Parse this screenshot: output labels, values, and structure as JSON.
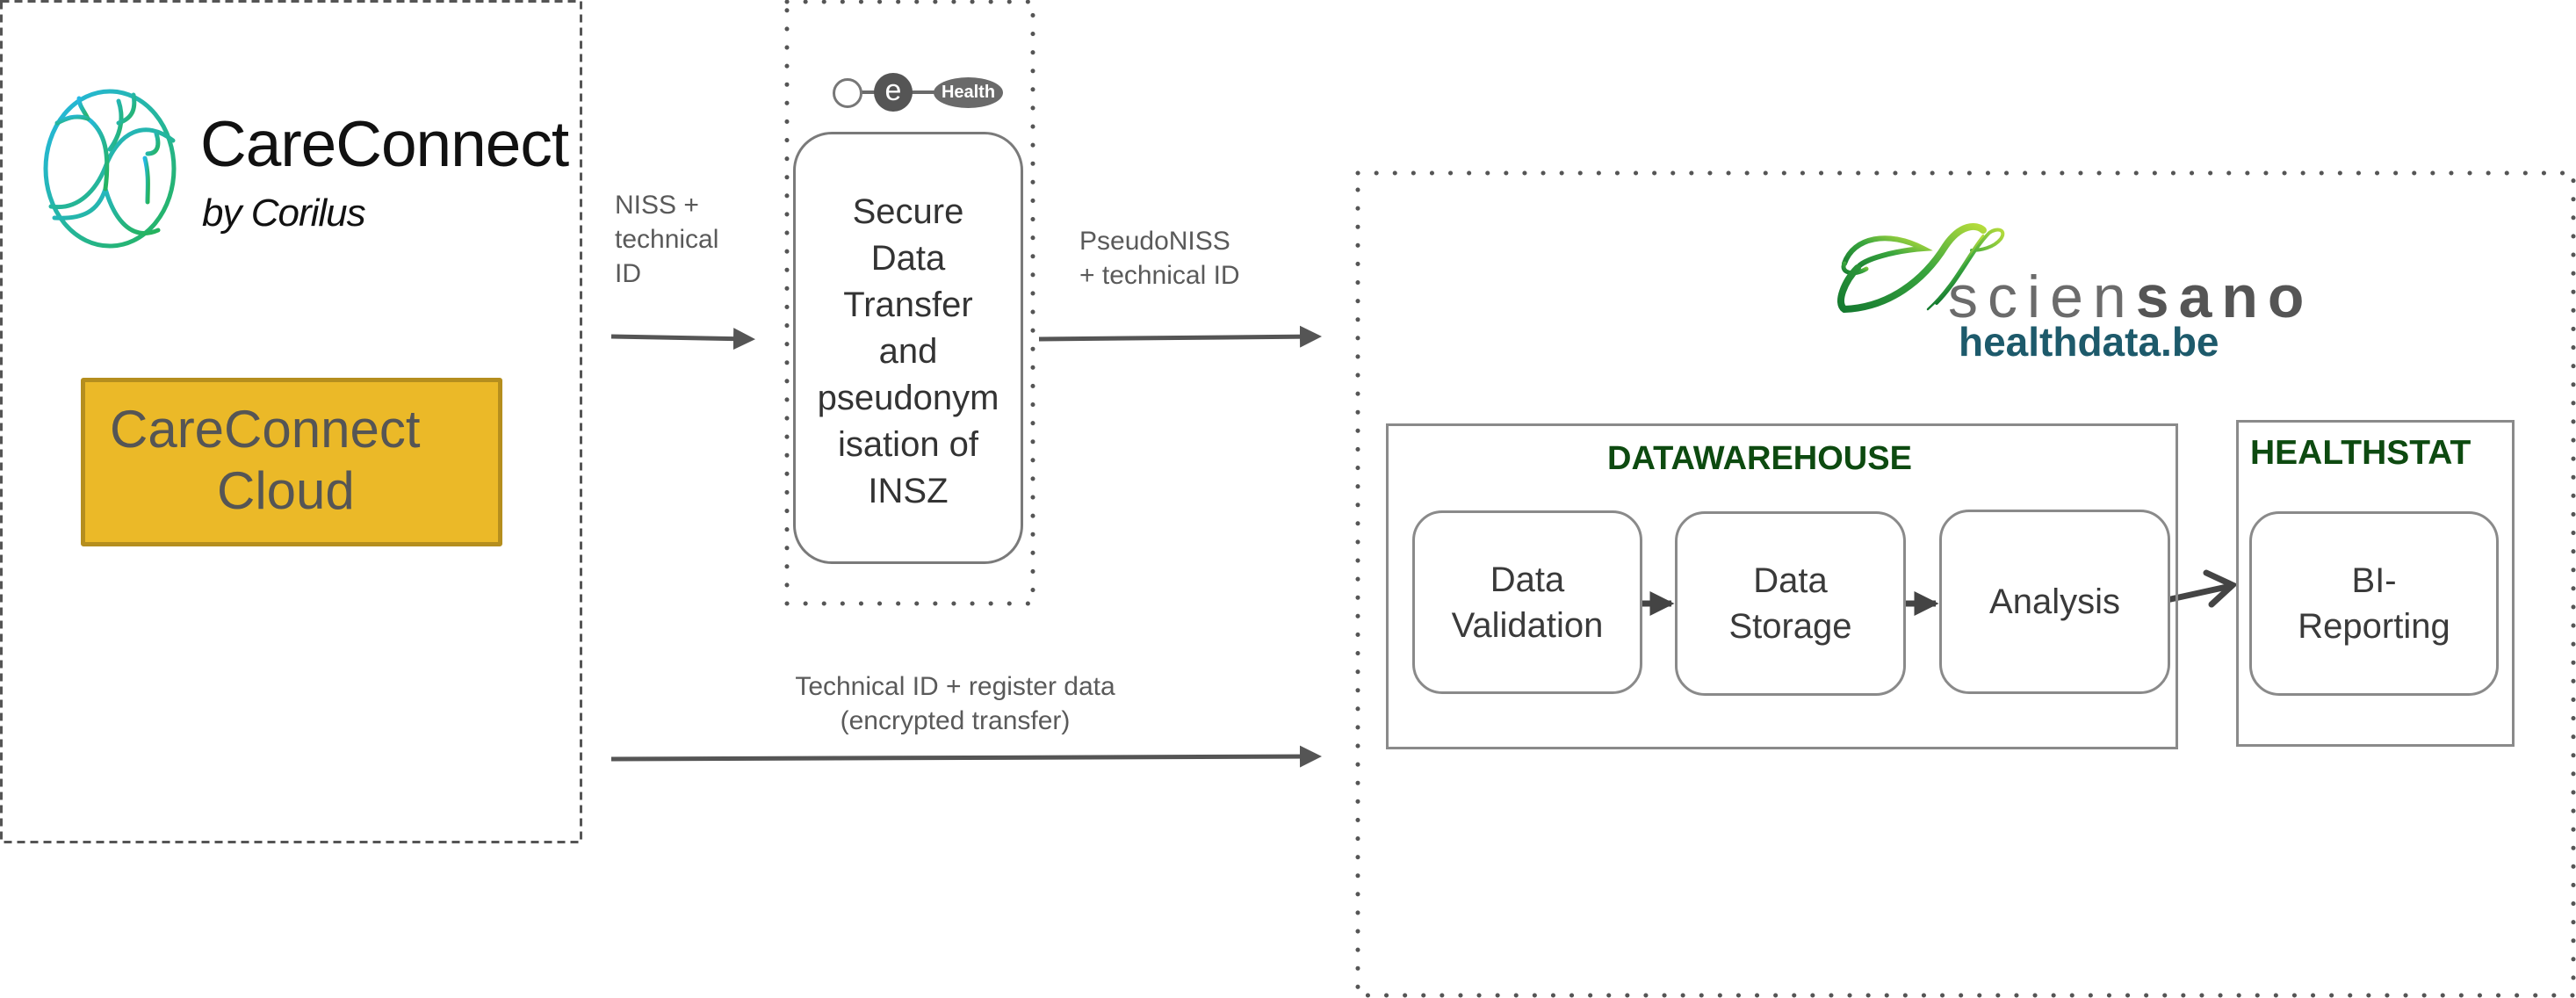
{
  "source": {
    "brand": "CareConnect",
    "brand_byline": "by Corilus",
    "system_lines": [
      "CareConnect",
      "Cloud"
    ],
    "system_color": "#ebb928"
  },
  "arrows": {
    "niss_label": [
      "NISS +",
      "technical",
      "ID"
    ],
    "pseudo_label": [
      "PseudoNISS",
      "+ technical ID"
    ],
    "register_label": [
      "Technical ID + register data",
      "(encrypted transfer)"
    ]
  },
  "ehealth": {
    "logo_e": "e",
    "logo_text": "Health",
    "process_lines": [
      "Secure",
      "Data",
      "Transfer",
      "and",
      "pseudonym",
      "isation of",
      "INSZ"
    ]
  },
  "destination": {
    "org_light": "scien",
    "org_bold": "sano",
    "platform": "healthdata.be",
    "platform_color": "#1d5a6b",
    "title_color": "#0d4a10",
    "datawarehouse": {
      "title": "DATAWAREHOUSE",
      "steps": [
        {
          "lines": [
            "Data",
            "Validation"
          ]
        },
        {
          "lines": [
            "Data",
            "Storage"
          ]
        },
        {
          "lines": [
            "Analysis"
          ]
        }
      ]
    },
    "healthstat": {
      "title": "HEALTHSTAT",
      "steps": [
        {
          "lines": [
            "BI-",
            "Reporting"
          ]
        }
      ]
    }
  }
}
